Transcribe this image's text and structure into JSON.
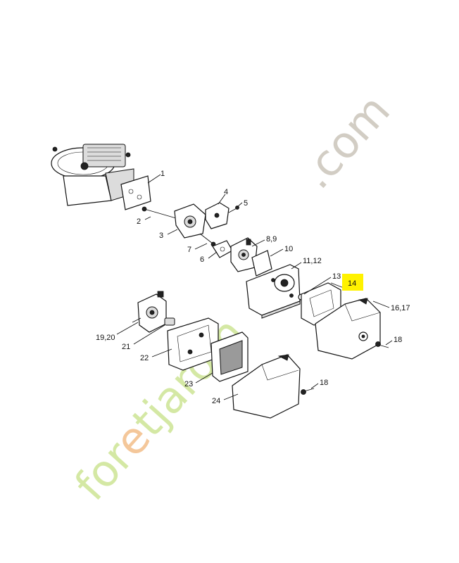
{
  "diagram": {
    "highlight_color": "#fff200",
    "labels": [
      {
        "id": "p1",
        "text": "1"
      },
      {
        "id": "p2",
        "text": "2"
      },
      {
        "id": "p3",
        "text": "3"
      },
      {
        "id": "p4",
        "text": "4"
      },
      {
        "id": "p5",
        "text": "5"
      },
      {
        "id": "p6",
        "text": "6"
      },
      {
        "id": "p7",
        "text": "7"
      },
      {
        "id": "p89",
        "text": "8,9"
      },
      {
        "id": "p10",
        "text": "10"
      },
      {
        "id": "p1112",
        "text": "11,12"
      },
      {
        "id": "p13",
        "text": "13"
      },
      {
        "id": "p14",
        "text": "14",
        "highlighted": true
      },
      {
        "id": "p1617",
        "text": "16,17"
      },
      {
        "id": "p18a",
        "text": "18"
      },
      {
        "id": "p18b",
        "text": "18"
      },
      {
        "id": "p1920",
        "text": "19,20"
      },
      {
        "id": "p21",
        "text": "21"
      },
      {
        "id": "p22",
        "text": "22"
      },
      {
        "id": "p23",
        "text": "23"
      },
      {
        "id": "p24",
        "text": "24"
      }
    ]
  },
  "watermark": {
    "part1": "for",
    "part2": "e",
    "part3": "tjardin",
    "part4": ".com"
  }
}
